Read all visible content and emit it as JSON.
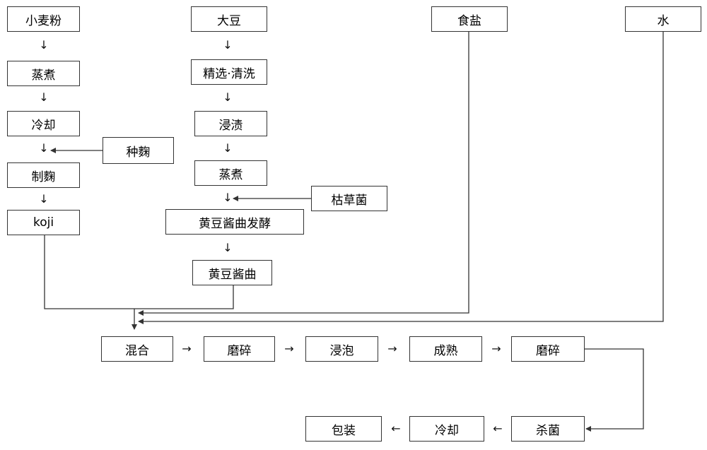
{
  "nodes": {
    "wheat_flour": "小麦粉",
    "wheat_steam": "蒸煮",
    "wheat_cool": "冷却",
    "seed_koji": "种麴",
    "make_koji": "制麴",
    "koji": "koji",
    "soybean": "大豆",
    "select_wash": "精选·清洗",
    "soak": "浸渍",
    "soy_steam": "蒸煮",
    "bacillus": "枯草菌",
    "soy_ferment": "黄豆酱曲发酵",
    "soy_qu": "黄豆酱曲",
    "salt": "食盐",
    "water": "水",
    "mix": "混合",
    "grind1": "磨碎",
    "steep": "浸泡",
    "mature": "成熟",
    "grind2": "磨碎",
    "sterilize": "杀菌",
    "cool_final": "冷却",
    "package": "包装"
  },
  "arrows": {
    "down": "↓",
    "right": "→",
    "left": "←"
  },
  "colors": {
    "line": "#333333",
    "border": "#333333",
    "text": "#000000"
  }
}
